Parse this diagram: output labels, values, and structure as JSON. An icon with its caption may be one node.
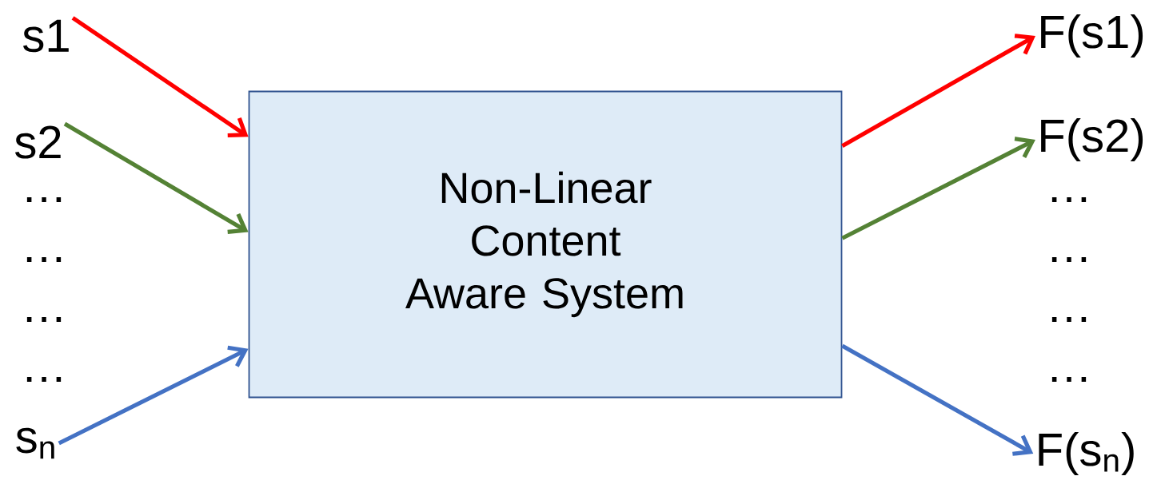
{
  "diagram": {
    "nodes": [
      {
        "text": [
          "s1"
        ]
      },
      {
        "text": [
          "s2"
        ]
      },
      {
        "text": [
          "s$_{n}$"
        ]
      },
      {
        "text": [
          "Non-Linear Content Aware System"
        ]
      },
      {
        "text": [
          "F(s1)"
        ]
      },
      {
        "text": [
          "F(s2)"
        ]
      },
      {
        "text": [
          "F(s$_{n}$)"
        ]
      }
    ],
    "edges": [
      {
        "from": 0,
        "to": 3,
        "arrow": "to",
        "color": "#ff0000"
      },
      {
        "from": 1,
        "to": 3,
        "arrow": "to",
        "color": "#548235"
      },
      {
        "from": 2,
        "to": 3,
        "arrow": "to",
        "color": "#4472c4"
      },
      {
        "from": 3,
        "to": 4,
        "arrow": "to",
        "color": "#ff0000"
      },
      {
        "from": 3,
        "to": 5,
        "arrow": "to",
        "color": "#548235"
      },
      {
        "from": 3,
        "to": 6,
        "arrow": "to",
        "color": "#4472c4"
      }
    ],
    "labels": [
      "…",
      "…",
      "…",
      "…",
      "…",
      "…",
      "…",
      "…"
    ]
  }
}
